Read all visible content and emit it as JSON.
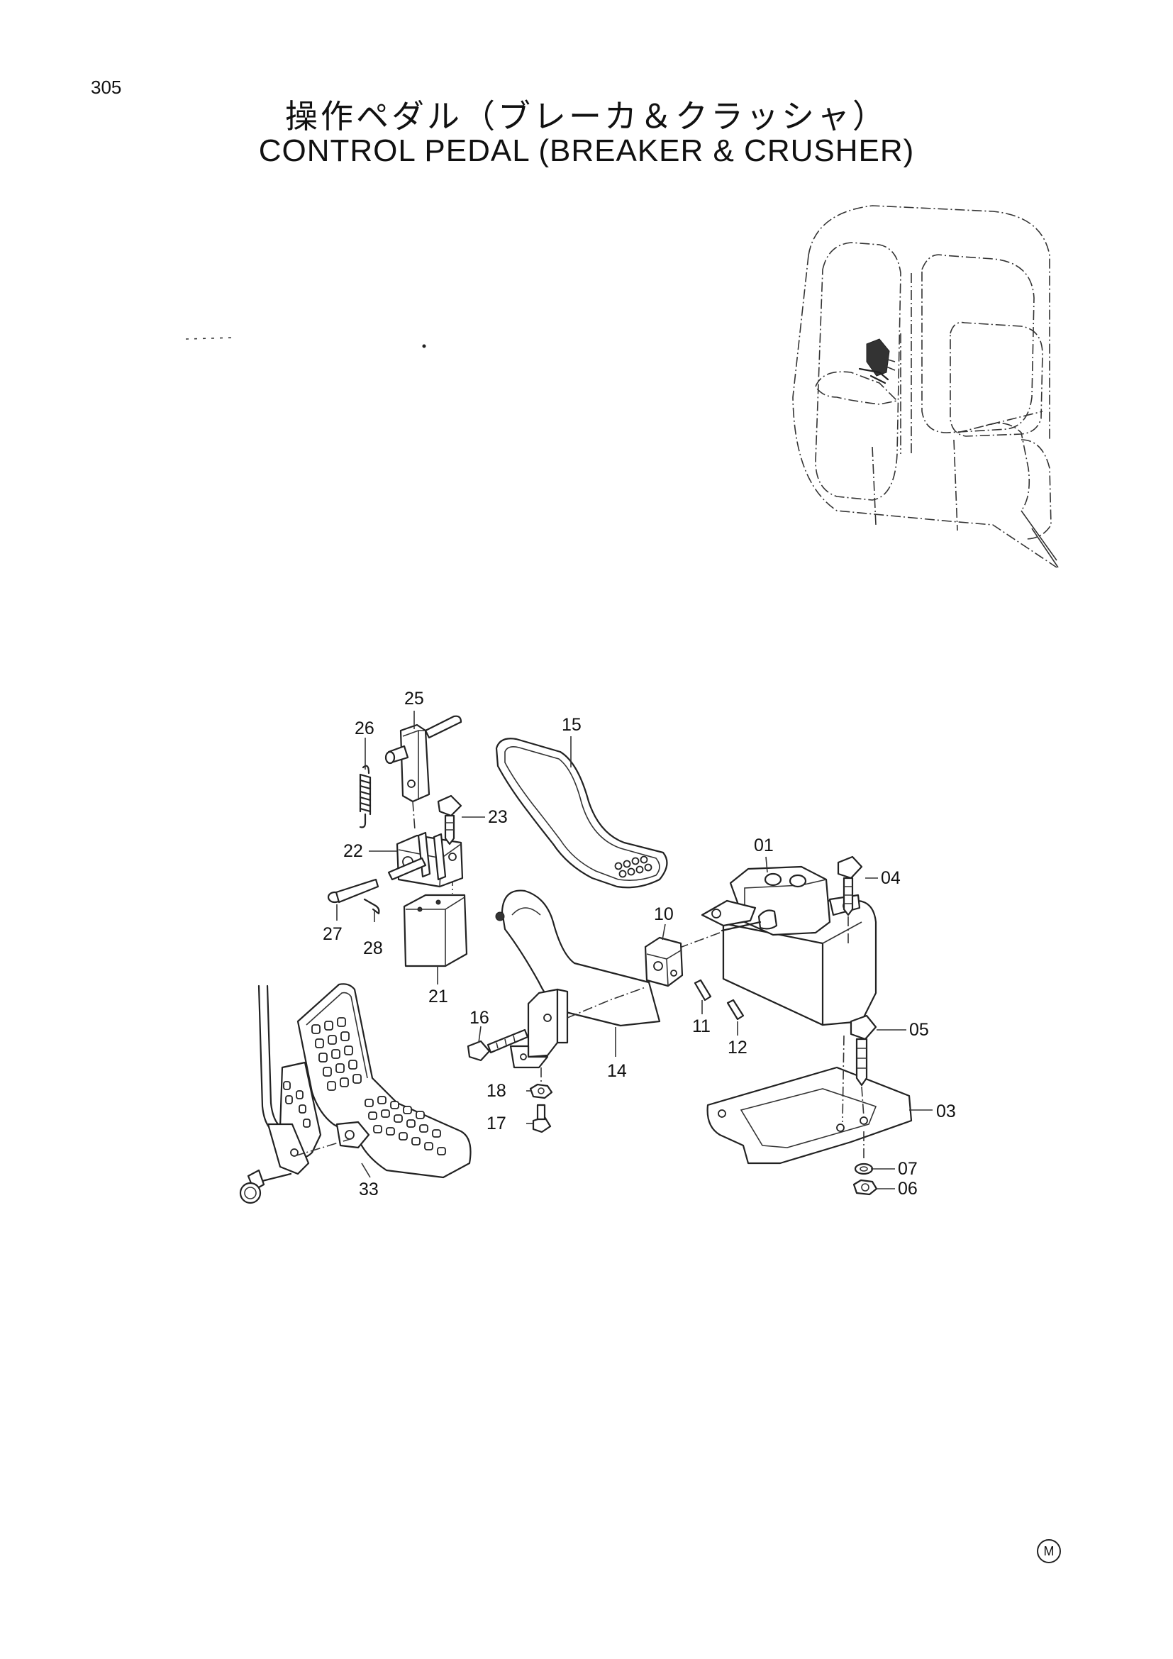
{
  "page": {
    "number": "305"
  },
  "title": {
    "japanese": "操作ペダル（ブレーカ＆クラッシャ）",
    "english": "CONTROL  PEDAL  (BREAKER & CRUSHER)"
  },
  "callouts": {
    "p01": "01",
    "p03": "03",
    "p04": "04",
    "p05": "05",
    "p06": "06",
    "p07": "07",
    "p10": "10",
    "p11": "11",
    "p12": "12",
    "p14": "14",
    "p15": "15",
    "p16": "16",
    "p17": "17",
    "p18": "18",
    "p21": "21",
    "p22": "22",
    "p23": "23",
    "p25": "25",
    "p26": "26",
    "p27": "27",
    "p28": "28",
    "p33": "33"
  },
  "footer": {
    "mark": "M"
  }
}
